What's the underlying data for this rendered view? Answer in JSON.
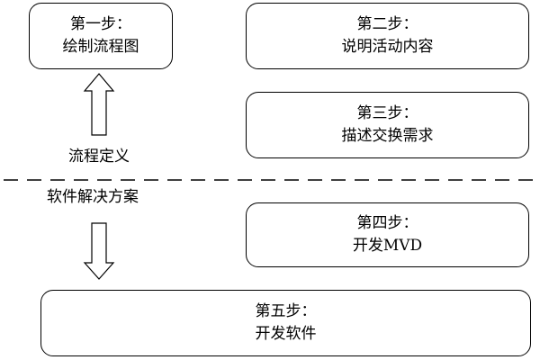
{
  "steps": [
    {
      "title": "第一步：",
      "text": "绘制流程图"
    },
    {
      "title": "第二步：",
      "text": "说明活动内容"
    },
    {
      "title": "第三步：",
      "text": "描述交换需求"
    },
    {
      "title": "第四步：",
      "text": "开发MVD"
    },
    {
      "title": "第五步：",
      "text": "开发软件"
    }
  ],
  "labels": {
    "process_definition": "流程定义",
    "software_solution": "软件解决方案"
  },
  "colors": {
    "stroke": "#000000",
    "background": "#ffffff"
  }
}
